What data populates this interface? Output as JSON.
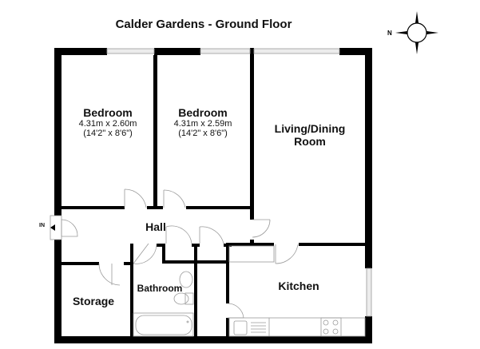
{
  "title": "Calder Gardens - Ground Floor",
  "compass": {
    "north_label": "N",
    "icon": "compass-rose-icon"
  },
  "entrance": {
    "label": "IN",
    "icon": "arrow-right-icon"
  },
  "rooms": [
    {
      "name": "Bedroom",
      "metric": "4.31m x 2.60m",
      "imperial": "(14'2\" x 8'6\")"
    },
    {
      "name": "Bedroom",
      "metric": "4.31m x 2.59m",
      "imperial": "(14'2\" x 8'6\")"
    },
    {
      "name": "Living/Dining",
      "name2": "Room"
    },
    {
      "name": "Hall"
    },
    {
      "name": "Storage"
    },
    {
      "name": "Bathroom"
    },
    {
      "name": "Kitchen"
    }
  ],
  "colors": {
    "wall": "#000000",
    "window": "#d9d9d9",
    "fixture": "#9a9a9a",
    "background": "#ffffff"
  }
}
